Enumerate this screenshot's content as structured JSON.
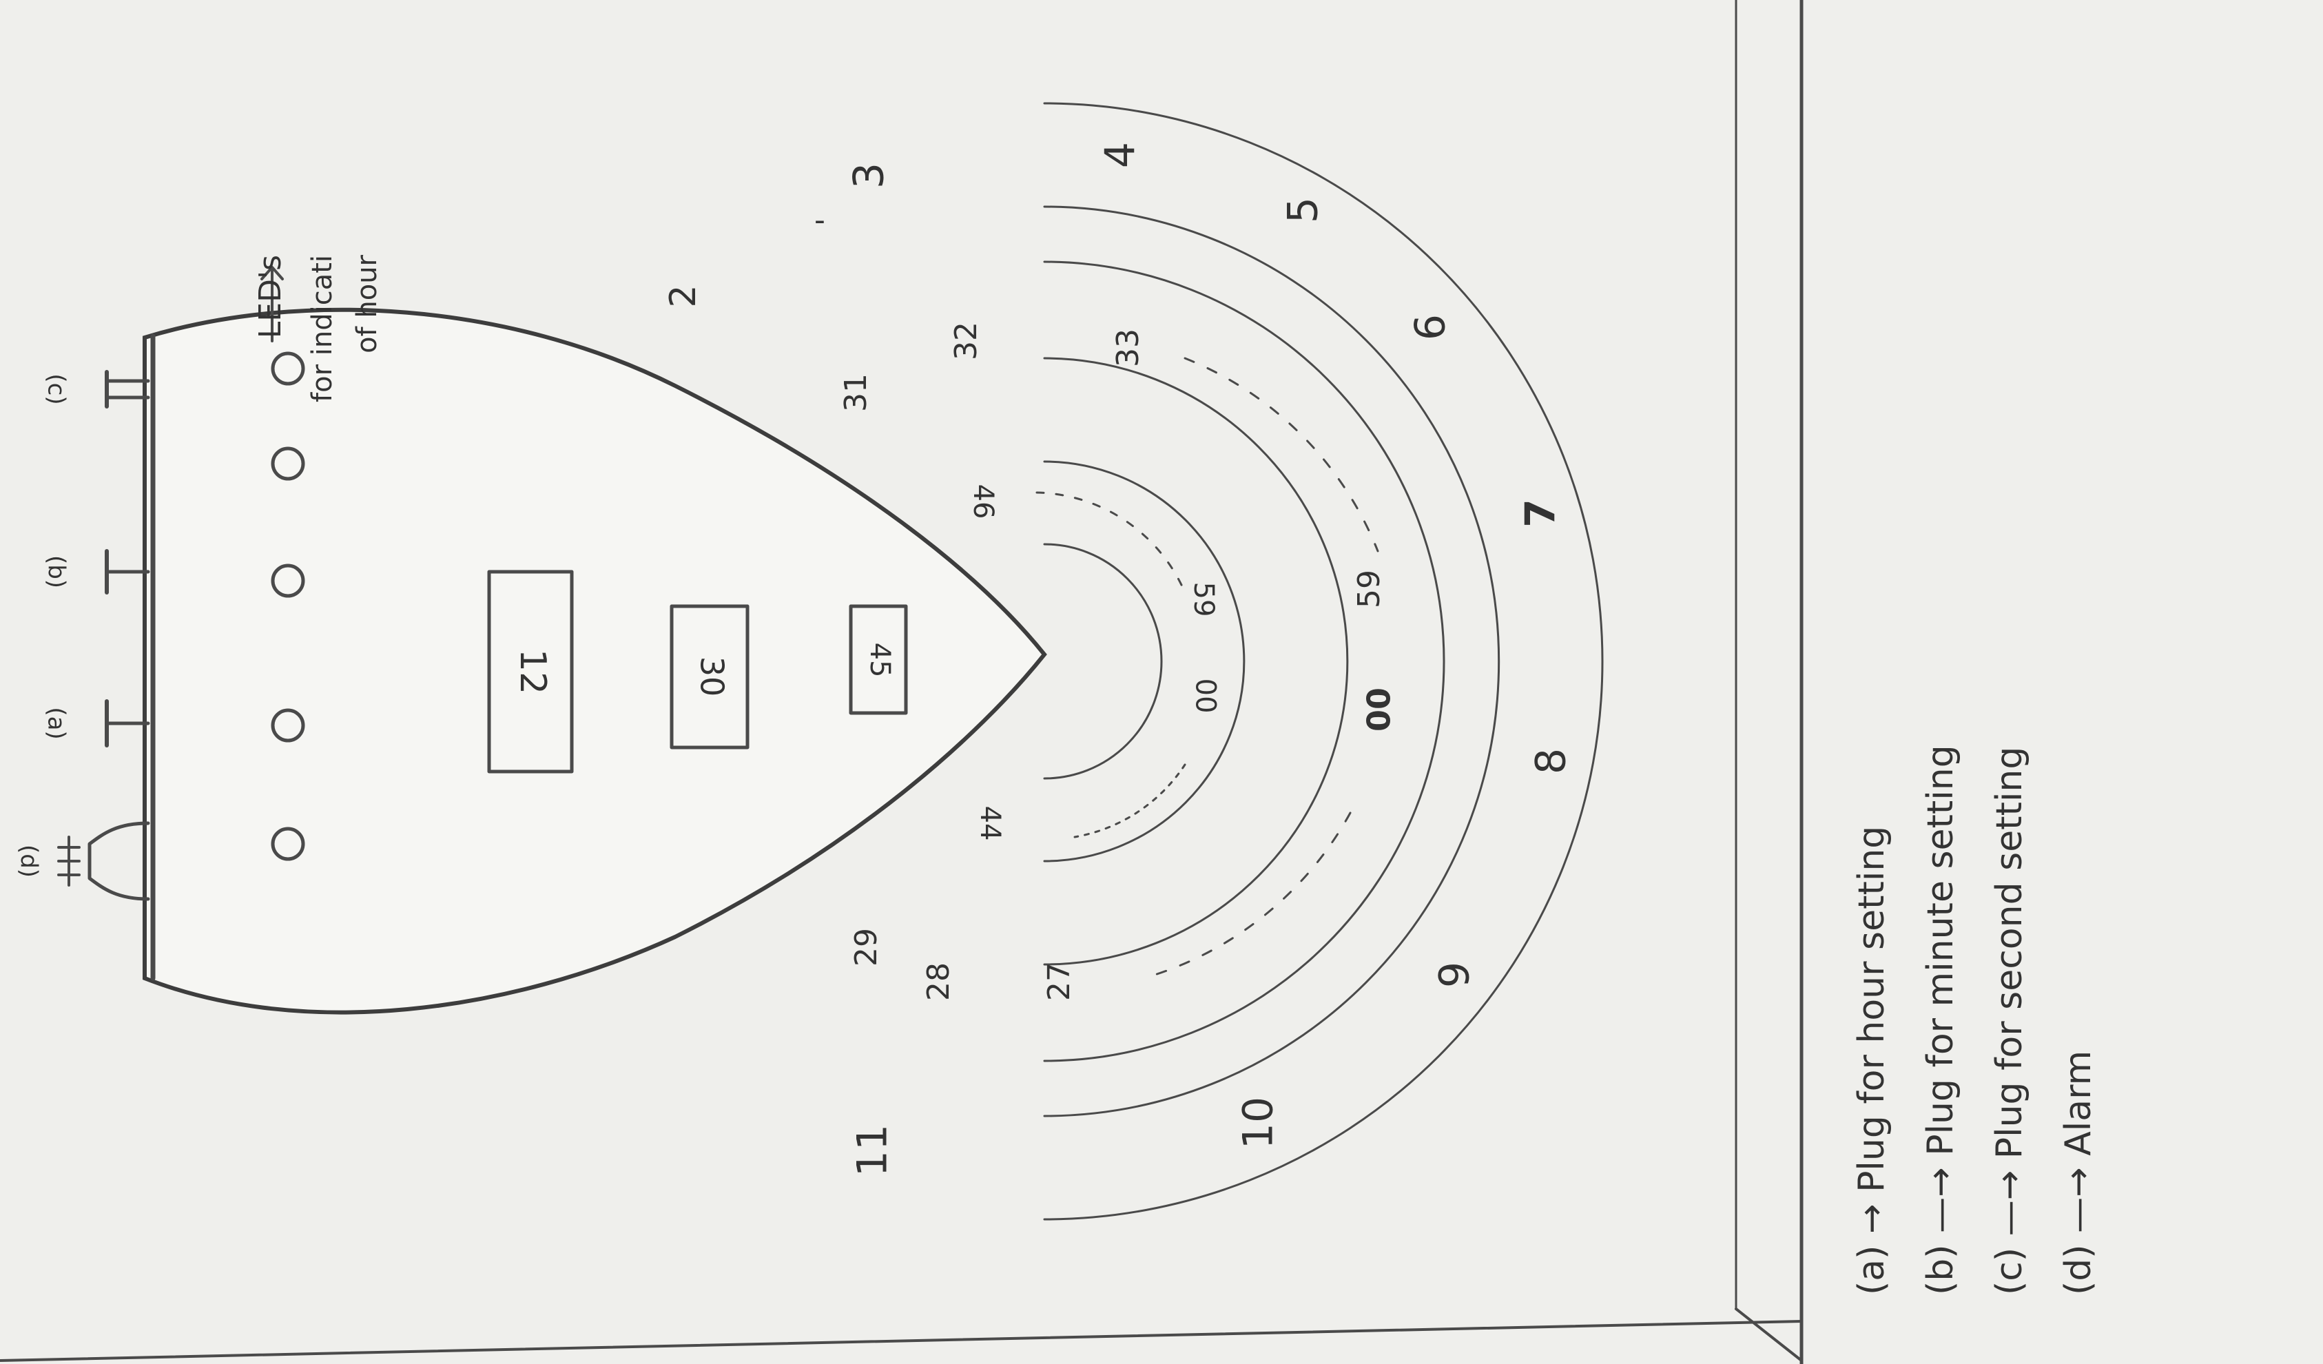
{
  "diagram": {
    "colors": {
      "paper": "#efefec",
      "pencil": "#4a4a4a",
      "ink_dark": "#1a1a2e",
      "casing_fill": "#f6f6f3"
    },
    "display": {
      "hours": "12",
      "minutes": "30",
      "seconds": "45"
    },
    "plugs": {
      "a": "(a)",
      "b": "(b)",
      "c": "(c)",
      "d": "(d)"
    },
    "led_annotation": {
      "line1": "LED's",
      "line2": "for indicati",
      "line3": "of hour"
    },
    "hour_ring": [
      "2",
      "3",
      "4",
      "5",
      "6",
      "7",
      "8",
      "9",
      "10",
      "11"
    ],
    "hour_ring_prefix": "-",
    "minute_ring": [
      "27",
      "28",
      "29",
      "31",
      "32",
      "33",
      "00",
      "59"
    ],
    "second_ring": [
      "44",
      "46",
      "00",
      "59"
    ],
    "legend": [
      "(a) → Plug for hour setting",
      "(b) —→ Plug for minute setting",
      "(c) —→ Plug for second setting",
      "(d) —→ Alarm"
    ]
  }
}
